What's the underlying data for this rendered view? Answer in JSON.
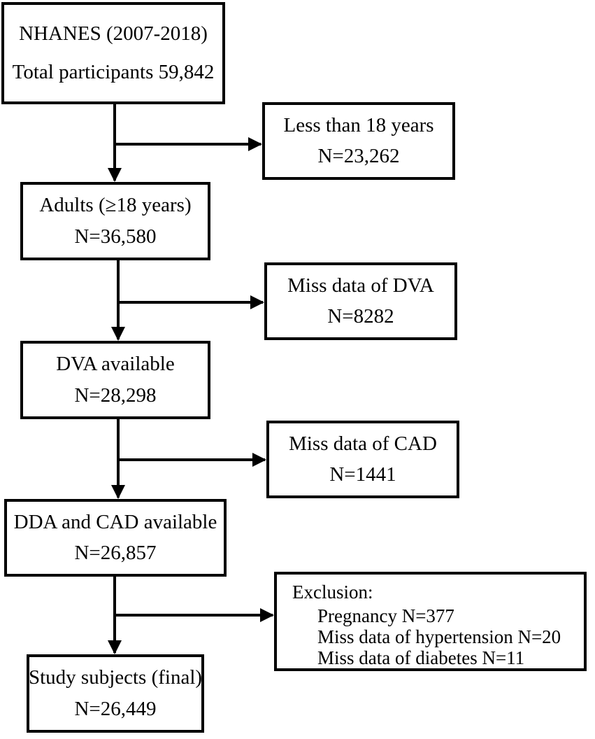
{
  "flowchart": {
    "main_steps": [
      {
        "line1": "NHANES (2007-2018)",
        "line2": "Total participants 59,842"
      },
      {
        "line1": "Adults (≥18 years)",
        "line2": "N=36,580"
      },
      {
        "line1": "DVA available",
        "line2": "N=28,298"
      },
      {
        "line1": "DDA and CAD available",
        "line2": "N=26,857"
      },
      {
        "line1": "Study subjects (final)",
        "line2": "N=26,449"
      }
    ],
    "exclusions": [
      {
        "line1": "Less than 18 years",
        "line2": "N=23,262"
      },
      {
        "line1": "Miss data of DVA",
        "line2": "N=8282"
      },
      {
        "line1": "Miss data of CAD",
        "line2": "N=1441"
      },
      {
        "title": "Exclusion:",
        "items": [
          "Pregnancy N=377",
          "Miss data of hypertension N=20",
          "Miss data of diabetes N=11"
        ]
      }
    ]
  },
  "colors": {
    "line": "#000000",
    "background": "#ffffff"
  }
}
